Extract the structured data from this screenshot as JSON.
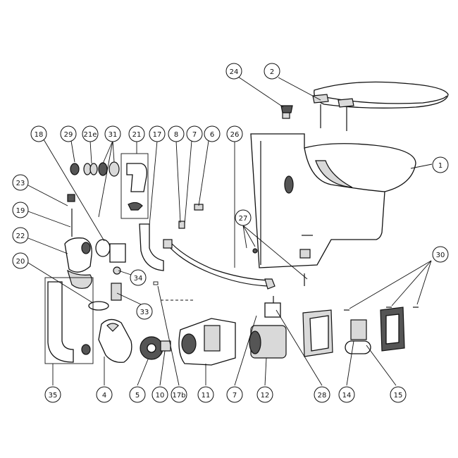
{
  "callouts": [
    {
      "id": "1",
      "label": "1"
    },
    {
      "id": "2",
      "label": "2"
    },
    {
      "id": "4",
      "label": "4"
    },
    {
      "id": "5",
      "label": "5"
    },
    {
      "id": "6",
      "label": "6"
    },
    {
      "id": "7a",
      "label": "7"
    },
    {
      "id": "7b",
      "label": "7"
    },
    {
      "id": "8",
      "label": "8"
    },
    {
      "id": "10",
      "label": "10"
    },
    {
      "id": "11",
      "label": "11"
    },
    {
      "id": "12",
      "label": "12"
    },
    {
      "id": "14",
      "label": "14"
    },
    {
      "id": "15",
      "label": "15"
    },
    {
      "id": "17",
      "label": "17"
    },
    {
      "id": "17b",
      "label": "17b"
    },
    {
      "id": "18",
      "label": "18"
    },
    {
      "id": "19",
      "label": "19"
    },
    {
      "id": "20",
      "label": "20"
    },
    {
      "id": "21",
      "label": "21"
    },
    {
      "id": "21e",
      "label": "21e"
    },
    {
      "id": "22",
      "label": "22"
    },
    {
      "id": "23",
      "label": "23"
    },
    {
      "id": "24",
      "label": "24"
    },
    {
      "id": "26",
      "label": "26"
    },
    {
      "id": "27",
      "label": "27"
    },
    {
      "id": "28",
      "label": "28"
    },
    {
      "id": "29",
      "label": "29"
    },
    {
      "id": "30",
      "label": "30"
    },
    {
      "id": "31",
      "label": "31"
    },
    {
      "id": "33",
      "label": "33"
    },
    {
      "id": "34",
      "label": "34"
    },
    {
      "id": "35",
      "label": "35"
    }
  ]
}
